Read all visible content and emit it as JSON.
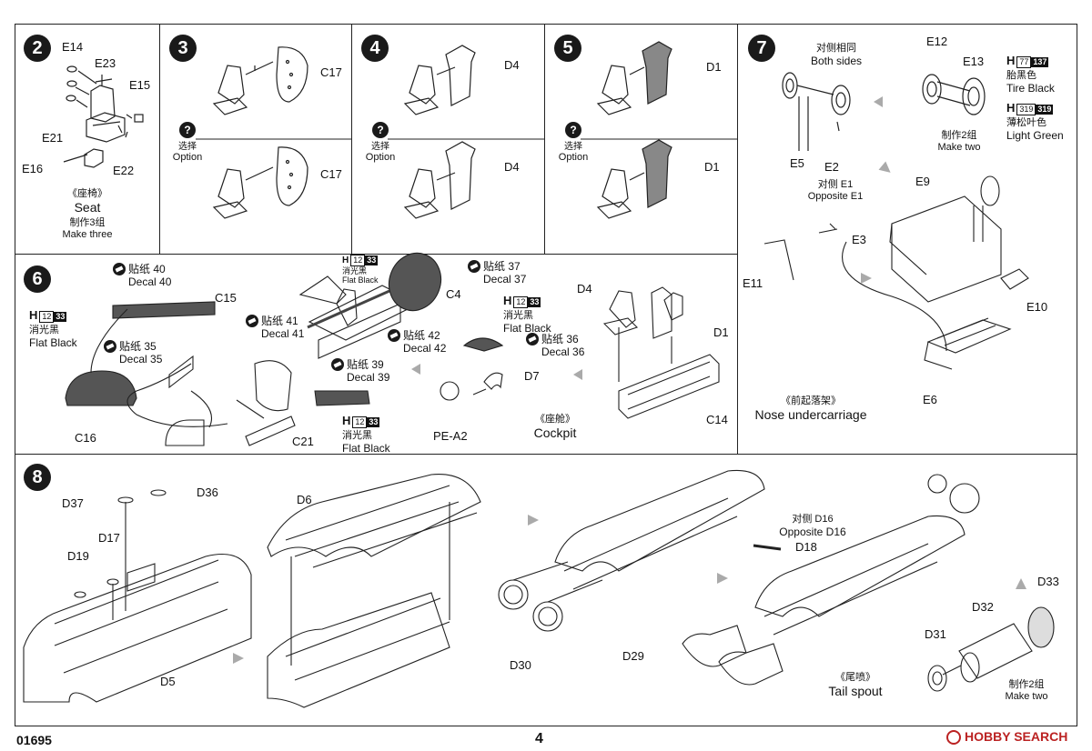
{
  "steps": {
    "s2": {
      "number": "2",
      "parts": [
        "E14",
        "E23",
        "E15",
        "E21",
        "E16",
        "E22"
      ],
      "caption_zh": "《座椅》",
      "caption_en": "Seat",
      "make_zh": "制作3组",
      "make_en": "Make three"
    },
    "s3": {
      "number": "3",
      "part": "C17",
      "part_option": "C17"
    },
    "s4": {
      "number": "4",
      "part": "D4",
      "part_option": "D4"
    },
    "s5": {
      "number": "5",
      "part": "D1",
      "part_option": "D1"
    },
    "s6": {
      "number": "6",
      "parts": [
        "C15",
        "C16",
        "C21",
        "C4",
        "D4",
        "D1",
        "D7",
        "C14"
      ],
      "pe_part": "PE-A2",
      "caption_zh": "《座舱》",
      "caption_en": "Cockpit",
      "decals": [
        {
          "zh": "贴纸 40",
          "en": "Decal 40"
        },
        {
          "zh": "贴纸 35",
          "en": "Decal 35"
        },
        {
          "zh": "贴纸 41",
          "en": "Decal 41"
        },
        {
          "zh": "贴纸 42",
          "en": "Decal 42"
        },
        {
          "zh": "贴纸 39",
          "en": "Decal 39"
        },
        {
          "zh": "贴纸 37",
          "en": "Decal 37"
        },
        {
          "zh": "贴纸 36",
          "en": "Decal 36"
        }
      ],
      "paint_top": {
        "h": "H",
        "num1": "12",
        "num2": "33",
        "zh": "消光黑",
        "en": "Flat Black"
      },
      "paint_left": {
        "h": "H",
        "num1": "12",
        "num2": "33",
        "zh": "消光黑",
        "en": "Flat Black"
      },
      "paint_mid": {
        "h": "H",
        "num1": "12",
        "num2": "33",
        "zh": "消光黑",
        "en": "Flat Black"
      },
      "paint_bottom": {
        "h": "H",
        "num1": "12",
        "num2": "33",
        "zh": "消光黑",
        "en": "Flat Black"
      }
    },
    "s7": {
      "number": "7",
      "both_zh": "对侧相同",
      "both_en": "Both sides",
      "parts": [
        "E12",
        "E13",
        "E5",
        "E2",
        "E9",
        "E3",
        "E11",
        "E10",
        "E6"
      ],
      "opposite_zh": "对侧 E1",
      "opposite_en": "Opposite E1",
      "tire": {
        "h": "H",
        "num1": "77",
        "num2": "137",
        "zh": "胎黑色",
        "en": "Tire Black"
      },
      "green": {
        "h": "H",
        "num1": "319",
        "num2": "319",
        "zh": "薄松叶色",
        "en": "Light Green"
      },
      "make_zh": "制作2组",
      "make_en": "Make two",
      "caption_zh": "《前起落架》",
      "caption_en": "Nose undercarriage"
    },
    "s8": {
      "number": "8",
      "parts": [
        "D37",
        "D36",
        "D17",
        "D19",
        "D5",
        "D6",
        "D18",
        "D30",
        "D29",
        "D33",
        "D32",
        "D31"
      ],
      "opposite_zh": "对侧 D16",
      "opposite_en": "Opposite D16",
      "caption_zh": "《尾喷》",
      "caption_en": "Tail spout",
      "make_zh": "制作2组",
      "make_en": "Make two"
    }
  },
  "option": {
    "zh": "选择",
    "en": "Option",
    "mark": "?"
  },
  "footer": {
    "code": "01695",
    "page": "4",
    "watermark": "HOBBY SEARCH"
  }
}
